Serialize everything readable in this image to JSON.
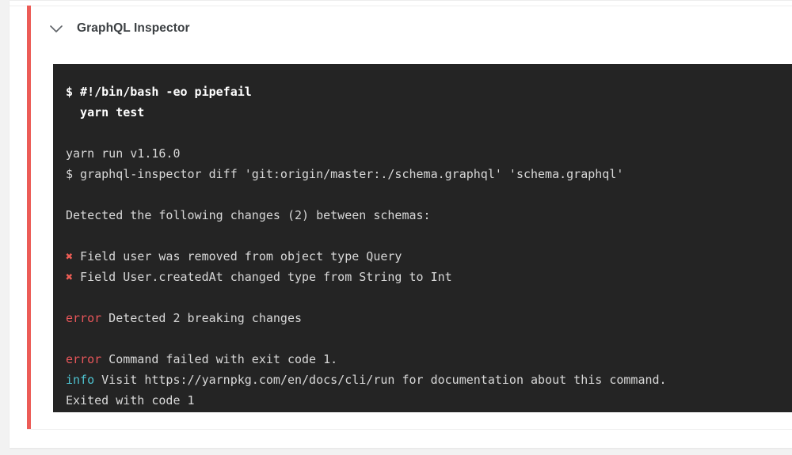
{
  "step": {
    "title": "GraphQL Inspector",
    "toggle_icon": "chevron-down-icon",
    "status_color": "#ec5c57"
  },
  "terminal": {
    "background_color": "#242424",
    "text_color": "#d8d8d8",
    "lines": [
      {
        "type": "command",
        "text": "$ #!/bin/bash -eo pipefail"
      },
      {
        "type": "command",
        "text": "  yarn test"
      },
      {
        "type": "blank",
        "text": ""
      },
      {
        "type": "plain",
        "text": "yarn run v1.16.0"
      },
      {
        "type": "plain",
        "text": "$ graphql-inspector diff 'git:origin/master:./schema.graphql' 'schema.graphql'"
      },
      {
        "type": "blank",
        "text": ""
      },
      {
        "type": "plain",
        "text": "Detected the following changes (2) between schemas:"
      },
      {
        "type": "blank",
        "text": ""
      },
      {
        "type": "failure",
        "mark": "✖",
        "text": " Field user was removed from object type Query"
      },
      {
        "type": "failure",
        "mark": "✖",
        "text": " Field User.createdAt changed type from String to Int"
      },
      {
        "type": "blank",
        "text": ""
      },
      {
        "type": "tagged",
        "tag": "error",
        "tag_color": "#e8565a",
        "text": " Detected 2 breaking changes"
      },
      {
        "type": "blank",
        "text": ""
      },
      {
        "type": "tagged",
        "tag": "error",
        "tag_color": "#e8565a",
        "text": " Command failed with exit code 1."
      },
      {
        "type": "tagged",
        "tag": "info",
        "tag_color": "#4ec2cf",
        "text": " Visit https://yarnpkg.com/en/docs/cli/run for documentation about this command."
      },
      {
        "type": "plain",
        "text": "Exited with code 1"
      }
    ]
  }
}
